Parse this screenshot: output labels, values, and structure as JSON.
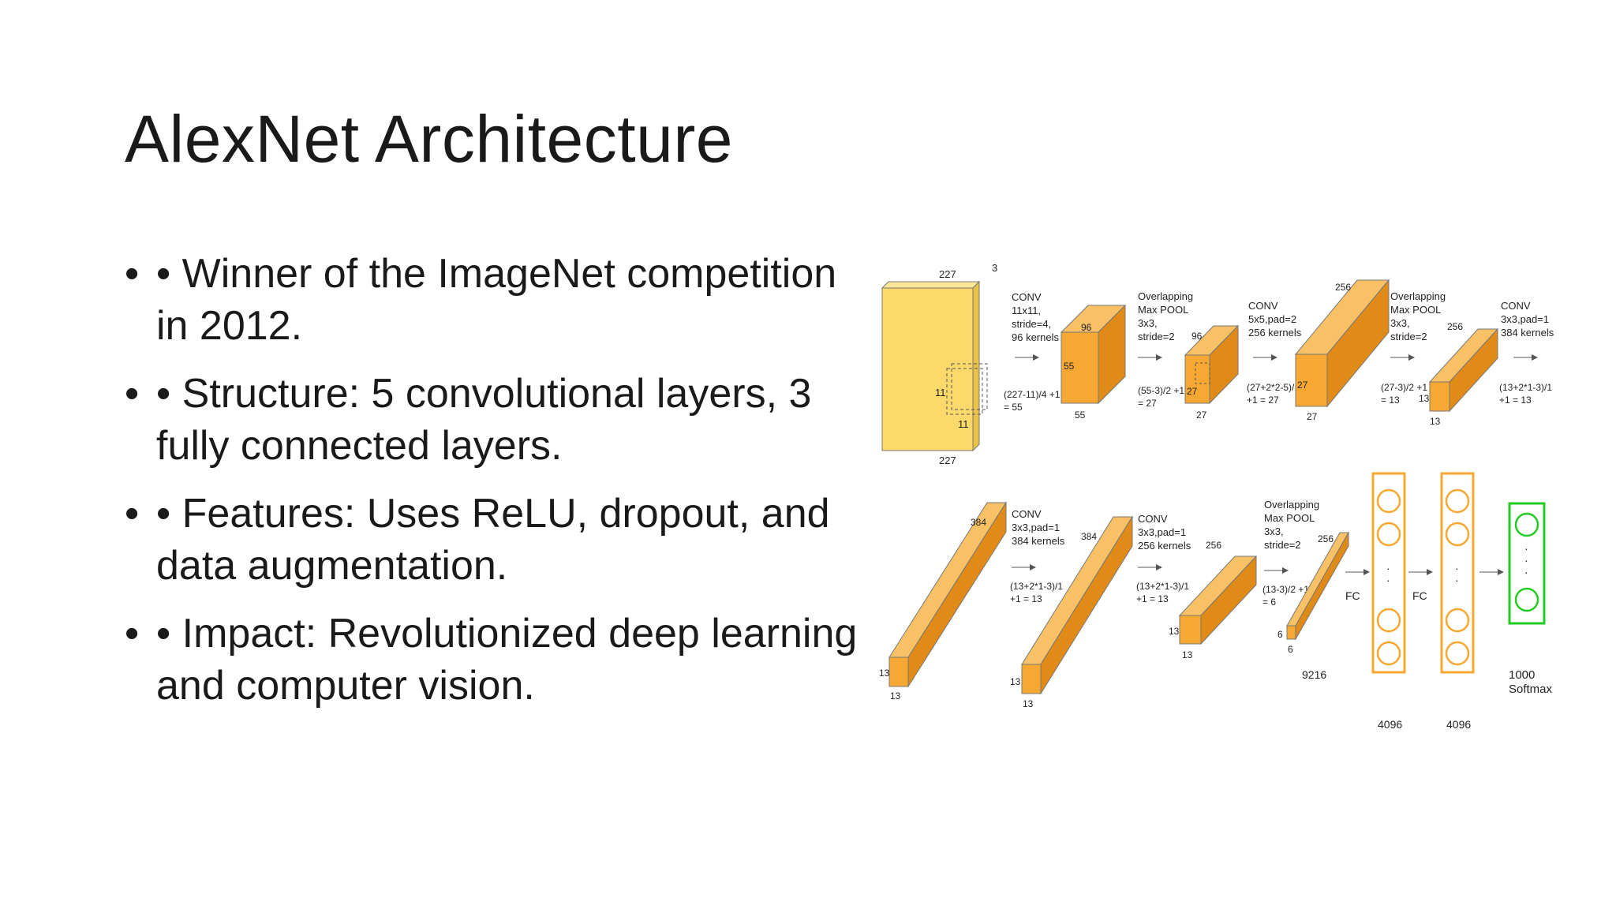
{
  "slide": {
    "title": "AlexNet Architecture",
    "bullets": [
      "• Winner of the ImageNet competition in 2012.",
      "• Structure: 5 convolutional layers, 3 fully connected layers.",
      "• Features: Uses ReLU, dropout, and data augmentation.",
      "• Impact: Revolutionized deep learning and computer vision."
    ],
    "bullet_marker": "•"
  },
  "diagram": {
    "colors": {
      "input": "#fcd96a",
      "layer": "#f7a832",
      "layer_dark": "#e08a18",
      "fc": "#f7a832",
      "softmax": "#22cc22"
    },
    "input": {
      "w": "227",
      "h": "227",
      "d": "3",
      "kernel": "11",
      "kernel2": "11"
    },
    "conv1": {
      "lines": [
        "CONV",
        "11x11,",
        "stride=4,",
        "96 kernels"
      ],
      "calc": [
        "(227-11)/4 +1",
        "= 55"
      ],
      "d": "96",
      "w": "55",
      "h": "55"
    },
    "pool1": {
      "lines": [
        "Overlapping",
        "Max POOL",
        "3x3,",
        "stride=2"
      ],
      "calc": [
        "(55-3)/2 +1",
        "= 27"
      ],
      "d": "96",
      "w": "27",
      "h": "27"
    },
    "conv2": {
      "lines": [
        "CONV",
        "5x5,pad=2",
        "256 kernels"
      ],
      "calc": [
        "(27+2*2-5)/1",
        "+1  = 27"
      ],
      "d": "256",
      "w": "27",
      "h": "27"
    },
    "pool2": {
      "lines": [
        "Overlapping",
        "Max POOL",
        "3x3,",
        "stride=2"
      ],
      "calc": [
        "(27-3)/2 +1",
        "= 13"
      ],
      "d": "256",
      "w": "13",
      "h": "13"
    },
    "conv3": {
      "lines": [
        "CONV",
        "3x3,pad=1",
        "384 kernels"
      ],
      "calc": [
        "(13+2*1-3)/1",
        "+1  = 13"
      ],
      "d": "384",
      "w": "13",
      "h": "13"
    },
    "conv4": {
      "lines": [
        "CONV",
        "3x3,pad=1",
        "384 kernels"
      ],
      "calc": [
        "(13+2*1-3)/1",
        "+1  = 13"
      ],
      "d": "384",
      "w": "13",
      "h": "13"
    },
    "conv5": {
      "lines": [
        "CONV",
        "3x3,pad=1",
        "256 kernels"
      ],
      "calc": [
        "(13+2*1-3)/1",
        "+1  = 13"
      ],
      "d": "256",
      "w": "13",
      "h": "13"
    },
    "pool3": {
      "lines": [
        "Overlapping",
        "Max POOL",
        "3x3,",
        "stride=2"
      ],
      "calc": [
        "(13-3)/2 +1",
        "= 6"
      ],
      "d": "256",
      "w": "6",
      "h": "6"
    },
    "flatten": "9216",
    "fc_label": "FC",
    "fc1_size": "4096",
    "fc2_size": "4096",
    "softmax": [
      "1000",
      "Softmax"
    ]
  }
}
